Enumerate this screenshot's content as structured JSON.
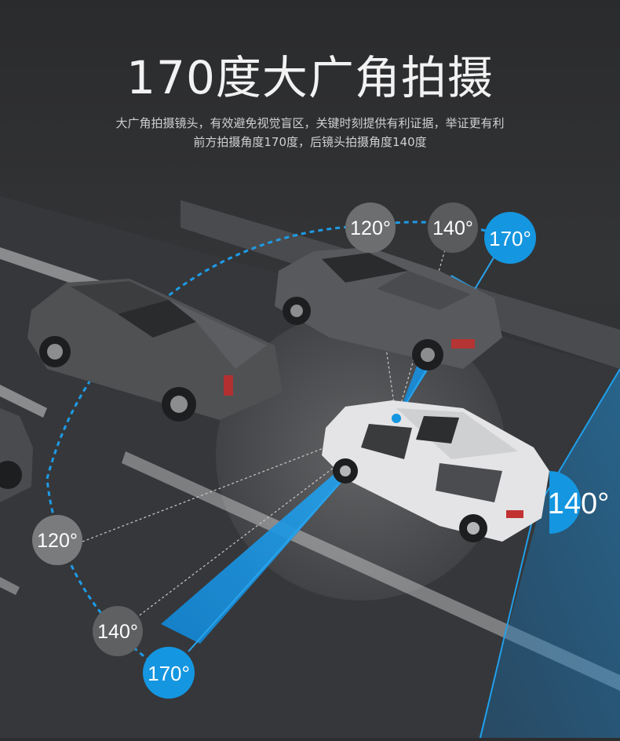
{
  "header": {
    "title": "170度大广角拍摄",
    "subtitle_line1": "大广角拍摄镜头，有效避免视觉盲区，关键时刻提供有利证据，举证更有利",
    "subtitle_line2": "前方拍摄角度170度，后镜头拍摄角度140度"
  },
  "badges": {
    "front_120": "120°",
    "front_140": "140°",
    "front_170": "170°",
    "left_120": "120°",
    "left_140": "140°",
    "left_170": "170°",
    "rear_140": "140°"
  },
  "colors": {
    "background": "#2d2e30",
    "road": "#3a3b3d",
    "accent_blue": "#1596e0",
    "badge_gray": "#6d6e70"
  }
}
